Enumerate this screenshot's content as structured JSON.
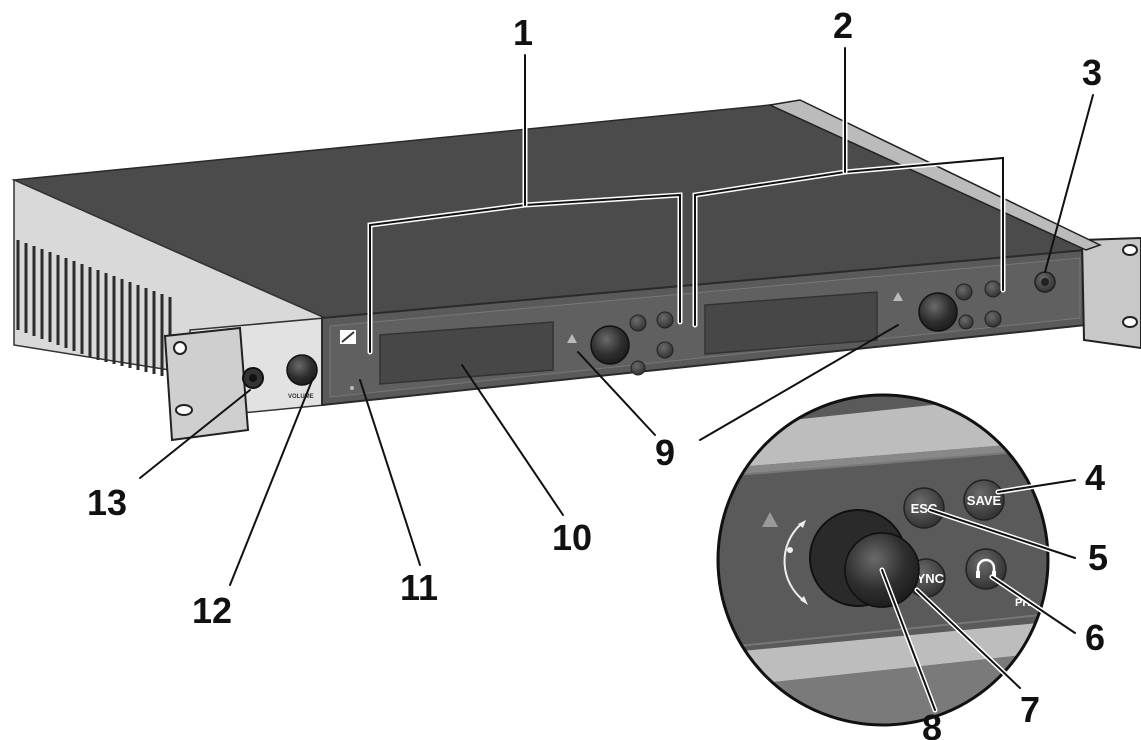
{
  "callouts": {
    "c1": "1",
    "c2": "2",
    "c3": "3",
    "c4": "4",
    "c5": "5",
    "c6": "6",
    "c7": "7",
    "c8": "8",
    "c9": "9",
    "c10": "10",
    "c11": "11",
    "c12": "12",
    "c13": "13"
  },
  "buttons": {
    "esc": "ESC",
    "save": "SAVE",
    "sync": "SYNC"
  },
  "labels": {
    "volume": "VOLUME",
    "ph_fragment": "PH"
  },
  "colors": {
    "chassis_top": "#4a4a4a",
    "front_panel": "#5b5b5b",
    "display": "#454545",
    "button": "#3d3d3d",
    "callout_text": "#111111"
  }
}
